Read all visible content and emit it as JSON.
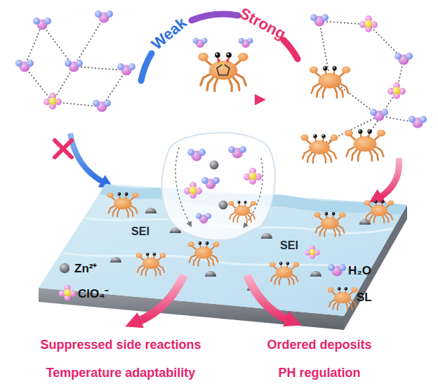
{
  "diagram": {
    "labels": [
      "Weak",
      "Strong",
      "SEI",
      "SEI",
      "Suppressed side reactions",
      "Ordered deposits",
      "Temperature adaptability",
      "PH regulation"
    ],
    "legend": [
      {
        "text": "Zn²⁺"
      },
      {
        "text": "ClO₄⁻"
      },
      {
        "text": "H₂O"
      },
      {
        "text": "SL"
      }
    ]
  }
}
